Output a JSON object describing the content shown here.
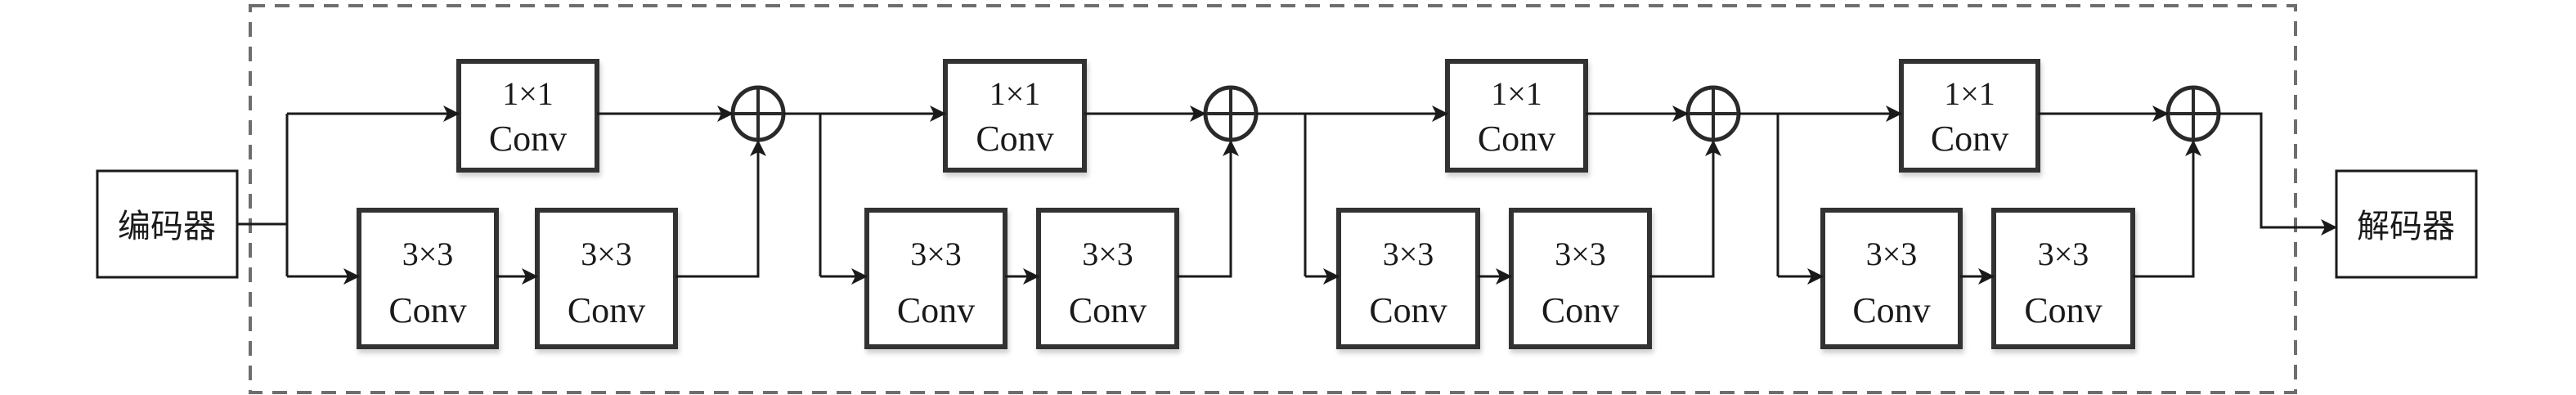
{
  "diagram": {
    "encoder_label": "编码器",
    "decoder_label": "解码器",
    "blocks": [
      {
        "top": {
          "line1": "1×1",
          "line2": "Conv"
        },
        "bottom": [
          {
            "line1": "3×3",
            "line2": "Conv"
          },
          {
            "line1": "3×3",
            "line2": "Conv"
          }
        ],
        "merge": "add"
      },
      {
        "top": {
          "line1": "1×1",
          "line2": "Conv"
        },
        "bottom": [
          {
            "line1": "3×3",
            "line2": "Conv"
          },
          {
            "line1": "3×3",
            "line2": "Conv"
          }
        ],
        "merge": "add"
      },
      {
        "top": {
          "line1": "1×1",
          "line2": "Conv"
        },
        "bottom": [
          {
            "line1": "3×3",
            "line2": "Conv"
          },
          {
            "line1": "3×3",
            "line2": "Conv"
          }
        ],
        "merge": "add"
      },
      {
        "top": {
          "line1": "1×1",
          "line2": "Conv"
        },
        "bottom": [
          {
            "line1": "3×3",
            "line2": "Conv"
          },
          {
            "line1": "3×3",
            "line2": "Conv"
          }
        ],
        "merge": "add"
      }
    ],
    "colors": {
      "line": "#1a1a1a",
      "box_border": "#333333",
      "dashed_border": "#6e6e6e"
    }
  }
}
